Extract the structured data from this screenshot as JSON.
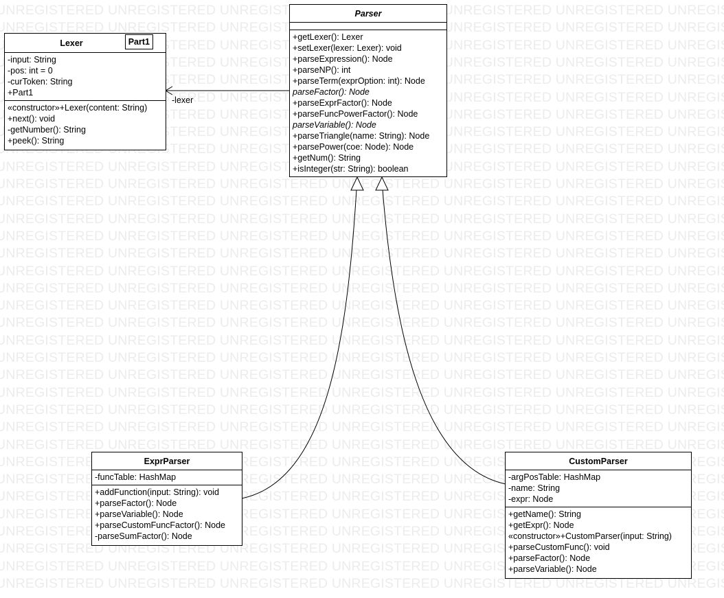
{
  "watermark": "UNREGISTERED UNREGISTERED UNREGISTERED UNREGISTERED UNREGISTERED UNREGISTERED UNREGISTERED UNREGISTERED",
  "classes": {
    "lexer": {
      "name": "Lexer",
      "tag": "Part1",
      "attributes": [
        "-input: String",
        "-pos: int = 0",
        "-curToken: String",
        "+Part1"
      ],
      "operations": [
        "«constructor»+Lexer(content: String)",
        "+next(): void",
        "-getNumber(): String",
        "+peek(): String"
      ]
    },
    "parser": {
      "name": "Parser",
      "operations": [
        "+getLexer(): Lexer",
        "+setLexer(lexer: Lexer): void",
        "+parseExpression(): Node",
        "+parseNP(): int",
        "+parseTerm(exprOption: int): Node",
        "parseFactor(): Node",
        "+parseExprFactor(): Node",
        "+parseFuncPowerFactor(): Node",
        "parseVariable(): Node",
        "+parseTriangle(name: String): Node",
        "+parsePower(coe: Node): Node",
        "+getNum(): String",
        "+isInteger(str: String): boolean"
      ]
    },
    "expr_parser": {
      "name": "ExprParser",
      "attributes": [
        "-funcTable: HashMap"
      ],
      "operations": [
        "+addFunction(input: String): void",
        "+parseFactor(): Node",
        "+parseVariable(): Node",
        "+parseCustomFuncFactor(): Node",
        "-parseSumFactor(): Node"
      ]
    },
    "custom_parser": {
      "name": "CustomParser",
      "attributes": [
        "-argPosTable: HashMap",
        "-name: String",
        "-expr: Node"
      ],
      "operations": [
        "+getName(): String",
        "+getExpr(): Node",
        "«constructor»+CustomParser(input: String)",
        "+parseCustomFunc(): void",
        "+parseFactor(): Node",
        "+parseVariable(): Node"
      ]
    }
  },
  "associations": [
    {
      "from": "Parser",
      "to": "Lexer",
      "role": "-lexer",
      "kind": "association"
    }
  ],
  "generalizations": [
    {
      "child": "ExprParser",
      "parent": "Parser"
    },
    {
      "child": "CustomParser",
      "parent": "Parser"
    }
  ],
  "colors": {
    "line": "#000000",
    "watermark": "#ececec",
    "background": "#ffffff"
  }
}
